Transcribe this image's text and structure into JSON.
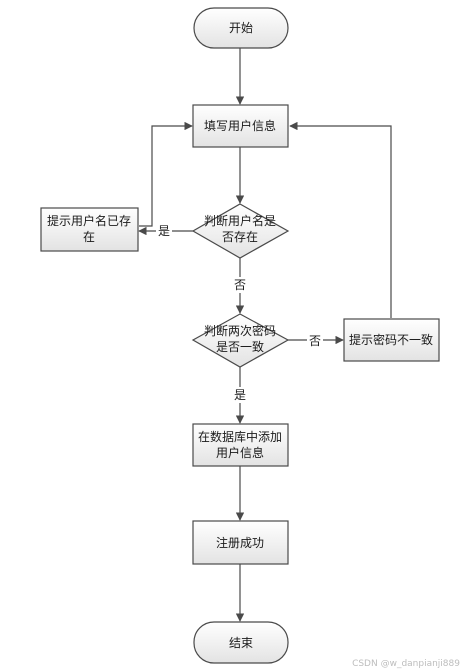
{
  "colors": {
    "node_fill_top": "#ffffff",
    "node_fill_bottom": "#e3e3e3",
    "stroke": "#4a4a4a",
    "text": "#1a1a1a",
    "watermark": "#bdbdbd"
  },
  "nodes": {
    "start": {
      "label": "开始"
    },
    "fill_info": {
      "label": "填写用户信息"
    },
    "check_username": {
      "line1": "判断用户名是",
      "line2": "否存在"
    },
    "prompt_username_exists": {
      "line1": "提示用户名已存",
      "line2": "在"
    },
    "check_password": {
      "line1": "判断两次密码",
      "line2": "是否一致"
    },
    "prompt_password_mismatch": {
      "label": "提示密码不一致"
    },
    "add_to_db": {
      "line1": "在数据库中添加",
      "line2": "用户信息"
    },
    "register_success": {
      "label": "注册成功"
    },
    "end": {
      "label": "结束"
    }
  },
  "edges": {
    "username_yes": "是",
    "username_no": "否",
    "password_no": "否",
    "password_yes": "是"
  },
  "watermark": "CSDN @w_danpianji889"
}
